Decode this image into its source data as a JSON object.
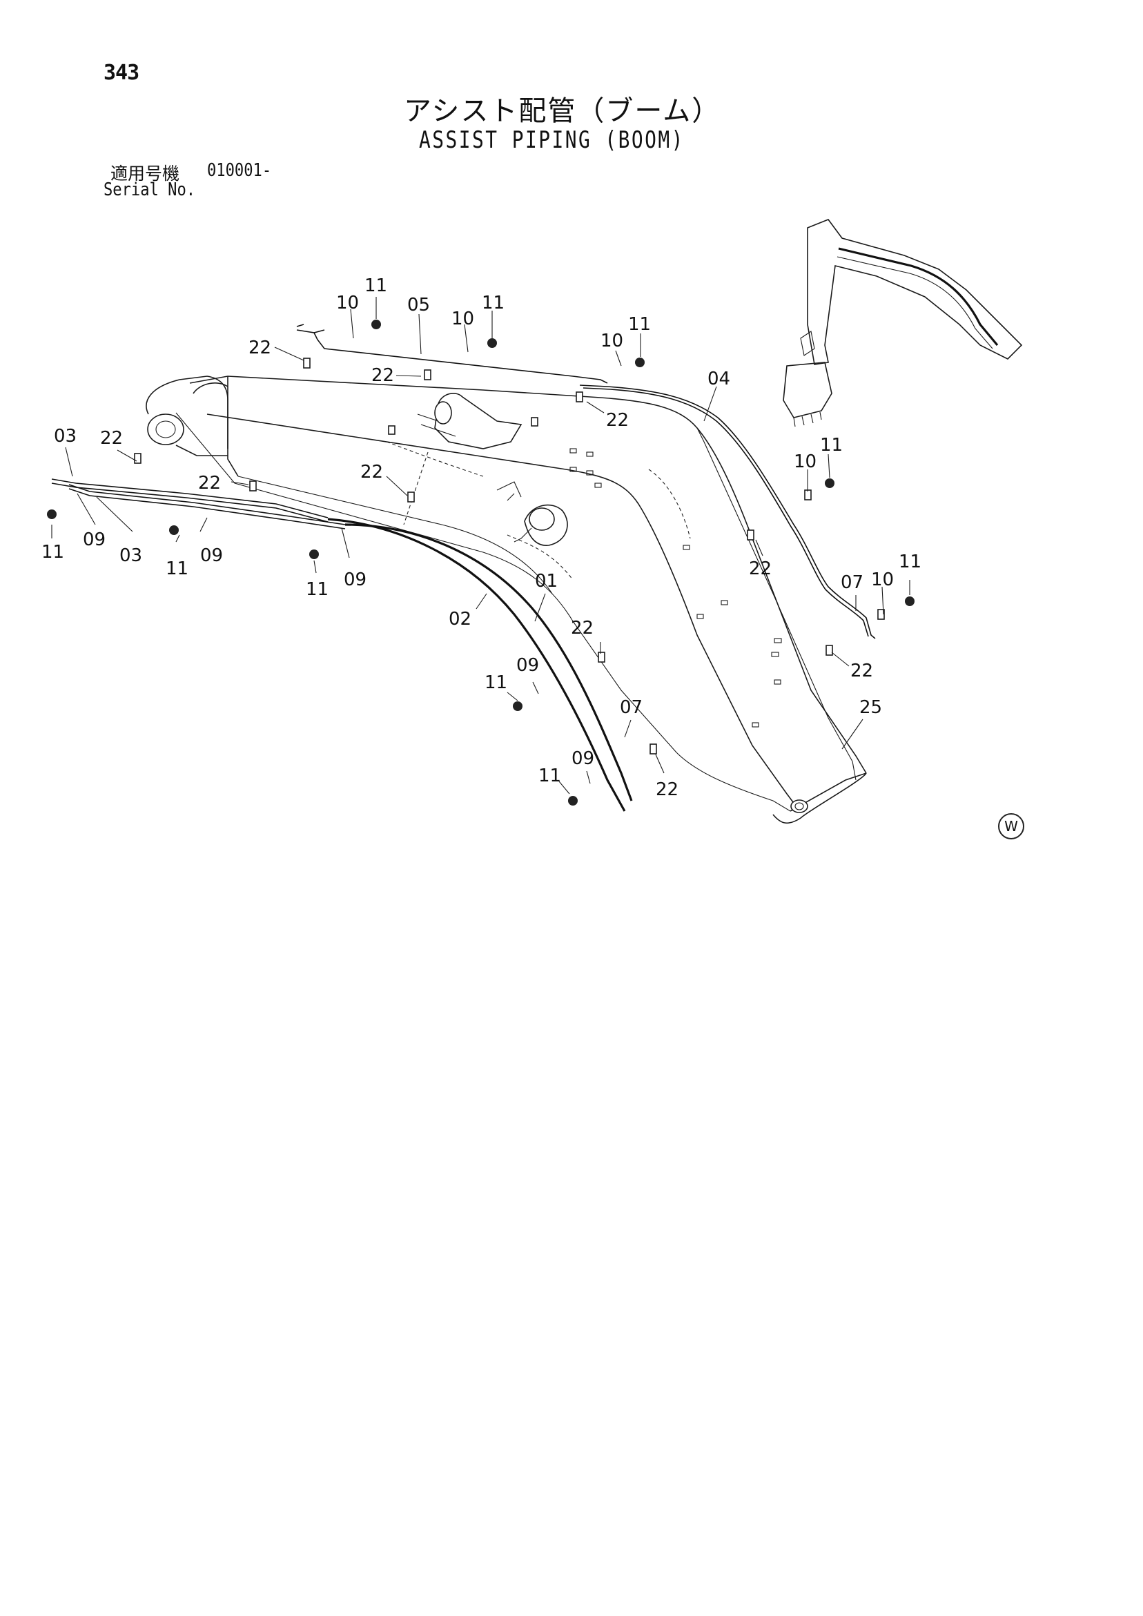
{
  "page": {
    "number": "343"
  },
  "header": {
    "title_jp": "アシスト配管（ブーム）",
    "title_en": "ASSIST PIPING (BOOM)"
  },
  "serial": {
    "label_jp": "適用号機",
    "value": "010001-",
    "label_en": "Serial No."
  },
  "callouts": [
    {
      "id": "c01",
      "label": "11"
    },
    {
      "id": "c02",
      "label": "10"
    },
    {
      "id": "c03",
      "label": "05"
    },
    {
      "id": "c04",
      "label": "10"
    },
    {
      "id": "c05",
      "label": "11"
    },
    {
      "id": "c06",
      "label": "22"
    },
    {
      "id": "c07",
      "label": "10"
    },
    {
      "id": "c08",
      "label": "11"
    },
    {
      "id": "c09",
      "label": "22"
    },
    {
      "id": "c10",
      "label": "04"
    },
    {
      "id": "c11",
      "label": "22"
    },
    {
      "id": "c12",
      "label": "03"
    },
    {
      "id": "c13",
      "label": "22"
    },
    {
      "id": "c14",
      "label": "22"
    },
    {
      "id": "c15",
      "label": "22"
    },
    {
      "id": "c16",
      "label": "10"
    },
    {
      "id": "c17",
      "label": "11"
    },
    {
      "id": "c18",
      "label": "11"
    },
    {
      "id": "c19",
      "label": "09"
    },
    {
      "id": "c20",
      "label": "03"
    },
    {
      "id": "c21",
      "label": "11"
    },
    {
      "id": "c22",
      "label": "09"
    },
    {
      "id": "c23",
      "label": "11"
    },
    {
      "id": "c24",
      "label": "09"
    },
    {
      "id": "c25",
      "label": "22"
    },
    {
      "id": "c26",
      "label": "01"
    },
    {
      "id": "c27",
      "label": "02"
    },
    {
      "id": "c28",
      "label": "07"
    },
    {
      "id": "c29",
      "label": "10"
    },
    {
      "id": "c30",
      "label": "11"
    },
    {
      "id": "c31",
      "label": "22"
    },
    {
      "id": "c32",
      "label": "22"
    },
    {
      "id": "c33",
      "label": "09"
    },
    {
      "id": "c34",
      "label": "11"
    },
    {
      "id": "c35",
      "label": "07"
    },
    {
      "id": "c36",
      "label": "25"
    },
    {
      "id": "c37",
      "label": "09"
    },
    {
      "id": "c38",
      "label": "11"
    },
    {
      "id": "c39",
      "label": "22"
    }
  ],
  "mark": {
    "symbol": "W"
  }
}
